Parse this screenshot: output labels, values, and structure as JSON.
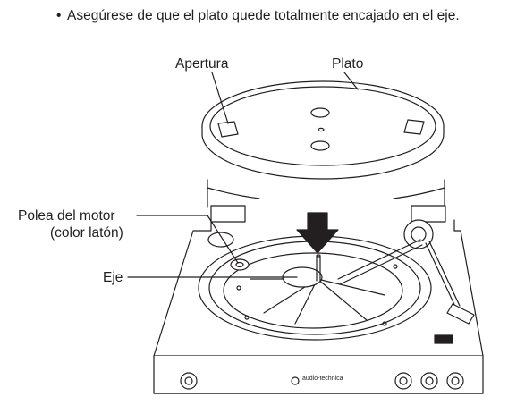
{
  "instruction": {
    "bullet": "•",
    "text": "Asegúrese de que el plato quede totalmente encajado en el eje."
  },
  "labels": {
    "apertura": "Apertura",
    "plato": "Plato",
    "polea_line1": "Polea del motor",
    "polea_line2": "(color latón)",
    "eje": "Eje"
  },
  "logo_text": "audio-technica",
  "colors": {
    "line": "#231f20",
    "background": "#ffffff",
    "fill_light": "#f2f2f2"
  }
}
